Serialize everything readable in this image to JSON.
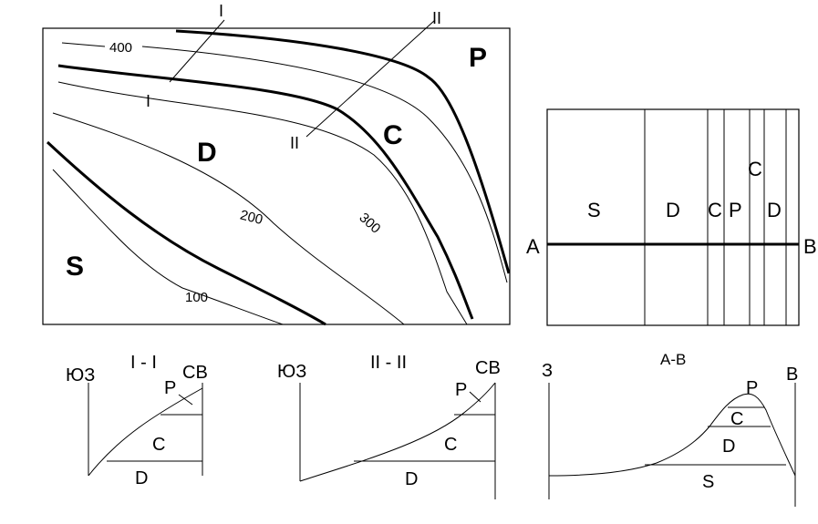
{
  "map": {
    "contour_labels": [
      "400",
      "300",
      "200",
      "100"
    ],
    "formations": [
      "P",
      "C",
      "D",
      "S"
    ],
    "section_marks": [
      "I",
      "I",
      "II",
      "II"
    ]
  },
  "strip": {
    "labels": [
      "S",
      "D",
      "C",
      "P",
      "D",
      "C"
    ],
    "endpoints": [
      "A",
      "B"
    ]
  },
  "sections": [
    {
      "title": "I - I",
      "left": "ЮЗ",
      "right": "СВ",
      "layers": [
        "P",
        "C",
        "D"
      ]
    },
    {
      "title": "II - II",
      "left": "ЮЗ",
      "right": "СВ",
      "layers": [
        "P",
        "C",
        "D"
      ]
    },
    {
      "title": "A-B",
      "left": "З",
      "right": "В",
      "layers": [
        "P",
        "C",
        "D",
        "S"
      ]
    }
  ]
}
